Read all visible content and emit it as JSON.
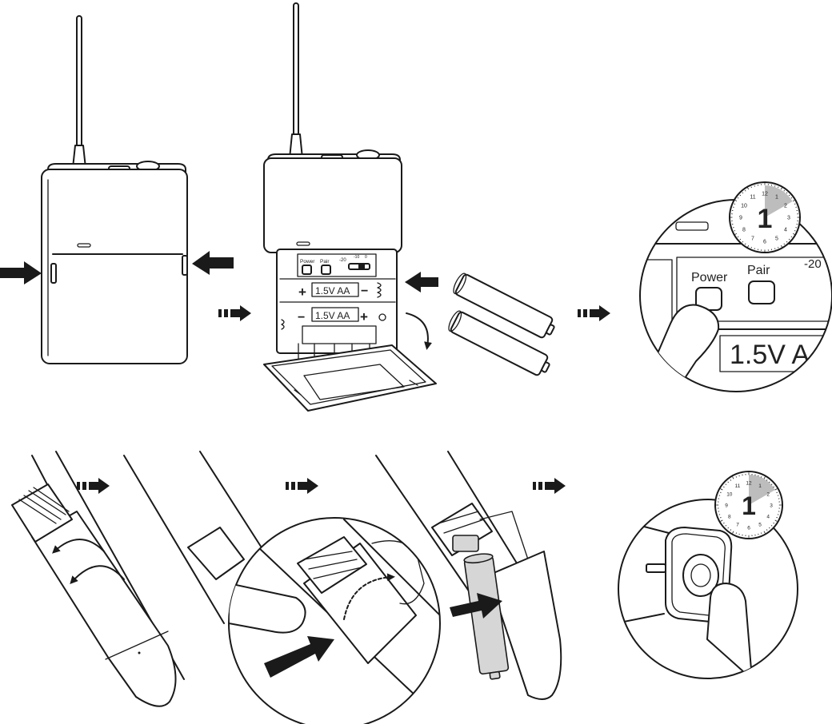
{
  "transmitter": {
    "power_label": "Power",
    "pair_label": "Pair",
    "attenuation_label": "-20",
    "attenuation_ticks": [
      "-10",
      "0"
    ],
    "battery_label_top": "1.5V AA",
    "battery_label_bottom": "1.5V AA",
    "plus_sign": "+",
    "minus_sign": "−"
  },
  "zoom_top": {
    "power_label": "Power",
    "pair_label": "Pair",
    "attenuation_label": "-20",
    "battery_label": "1.5V A"
  },
  "timer_top": {
    "seconds": "1",
    "dial_numbers": [
      "12",
      "1",
      "2",
      "3",
      "4",
      "5",
      "6",
      "7",
      "8",
      "9",
      "10",
      "11"
    ]
  },
  "timer_bottom": {
    "seconds": "1",
    "dial_numbers": [
      "12",
      "1",
      "2",
      "3",
      "4",
      "5",
      "6",
      "7",
      "8",
      "9",
      "10",
      "11"
    ]
  },
  "colors": {
    "ink": "#1a1a1a",
    "battery_gray": "#d6d6d6",
    "dial_shade": "#bdbdbd"
  }
}
